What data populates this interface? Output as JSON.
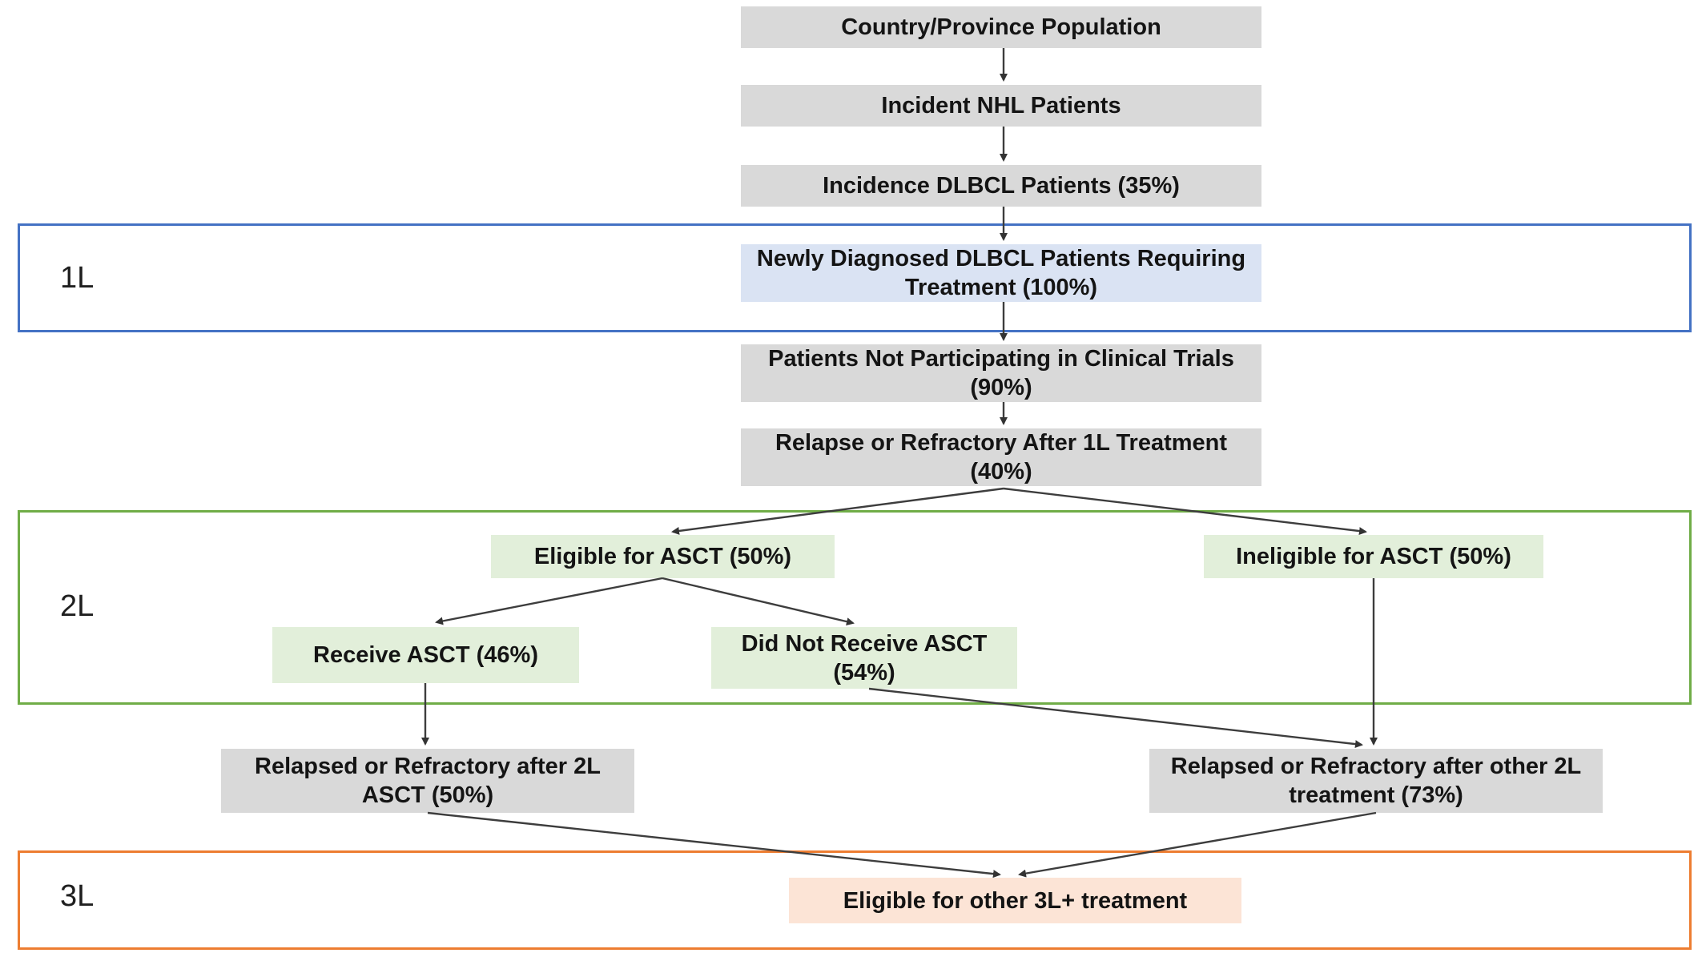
{
  "diagram": {
    "regions": {
      "first_line": {
        "label": "1L",
        "border_color": "#4472c4"
      },
      "second_line": {
        "label": "2L",
        "border_color": "#70ad47"
      },
      "third_line": {
        "label": "3L",
        "border_color": "#ed7d31"
      }
    },
    "nodes": {
      "population": {
        "lines": [
          "Country/Province Population"
        ],
        "fill": "#d9d9d9"
      },
      "incident_nhl": {
        "lines": [
          "Incident NHL Patients"
        ],
        "fill": "#d9d9d9"
      },
      "incidence_dlbcl": {
        "lines": [
          "Incidence DLBCL Patients (35%)"
        ],
        "fill": "#d9d9d9"
      },
      "newly_diagnosed": {
        "lines": [
          "Newly Diagnosed DLBCL Patients Requiring",
          "Treatment (100%)"
        ],
        "fill": "#dae3f3"
      },
      "not_in_trials": {
        "lines": [
          "Patients Not Participating in Clinical Trials",
          "(90%)"
        ],
        "fill": "#d9d9d9"
      },
      "relapse_after_1l": {
        "lines": [
          "Relapse or Refractory After 1L Treatment",
          "(40%)"
        ],
        "fill": "#d9d9d9"
      },
      "eligible_asct": {
        "lines": [
          "Eligible for ASCT (50%)"
        ],
        "fill": "#e2efda"
      },
      "ineligible_asct": {
        "lines": [
          "Ineligible for ASCT (50%)"
        ],
        "fill": "#e2efda"
      },
      "receive_asct": {
        "lines": [
          "Receive ASCT (46%)"
        ],
        "fill": "#e2efda"
      },
      "did_not_receive_asct": {
        "lines": [
          "Did Not Receive ASCT",
          "(54%)"
        ],
        "fill": "#e2efda"
      },
      "rr_after_2l_asct": {
        "lines": [
          "Relapsed or Refractory after 2L",
          "ASCT (50%)"
        ],
        "fill": "#d9d9d9"
      },
      "rr_after_other_2l": {
        "lines": [
          "Relapsed or Refractory after other 2L",
          "treatment (73%)"
        ],
        "fill": "#d9d9d9"
      },
      "eligible_3l": {
        "lines": [
          "Eligible for other 3L+ treatment"
        ],
        "fill": "#fce4d6"
      }
    },
    "edges": [
      {
        "from": "population",
        "to": "incident_nhl"
      },
      {
        "from": "incident_nhl",
        "to": "incidence_dlbcl"
      },
      {
        "from": "incidence_dlbcl",
        "to": "newly_diagnosed"
      },
      {
        "from": "newly_diagnosed",
        "to": "not_in_trials"
      },
      {
        "from": "not_in_trials",
        "to": "relapse_after_1l"
      },
      {
        "from": "relapse_after_1l",
        "to": "eligible_asct"
      },
      {
        "from": "relapse_after_1l",
        "to": "ineligible_asct"
      },
      {
        "from": "eligible_asct",
        "to": "receive_asct"
      },
      {
        "from": "eligible_asct",
        "to": "did_not_receive_asct"
      },
      {
        "from": "receive_asct",
        "to": "rr_after_2l_asct"
      },
      {
        "from": "did_not_receive_asct",
        "to": "rr_after_other_2l"
      },
      {
        "from": "ineligible_asct",
        "to": "rr_after_other_2l"
      },
      {
        "from": "rr_after_2l_asct",
        "to": "eligible_3l"
      },
      {
        "from": "rr_after_other_2l",
        "to": "eligible_3l"
      }
    ],
    "colors": {
      "box_gray": "#d9d9d9",
      "box_blue": "#dae3f3",
      "box_green": "#e2efda",
      "box_peach": "#fce4d6",
      "border_blue": "#4472c4",
      "border_green": "#70ad47",
      "border_orange": "#ed7d31",
      "arrow": "#3d3d3d",
      "text": "#141414"
    }
  }
}
